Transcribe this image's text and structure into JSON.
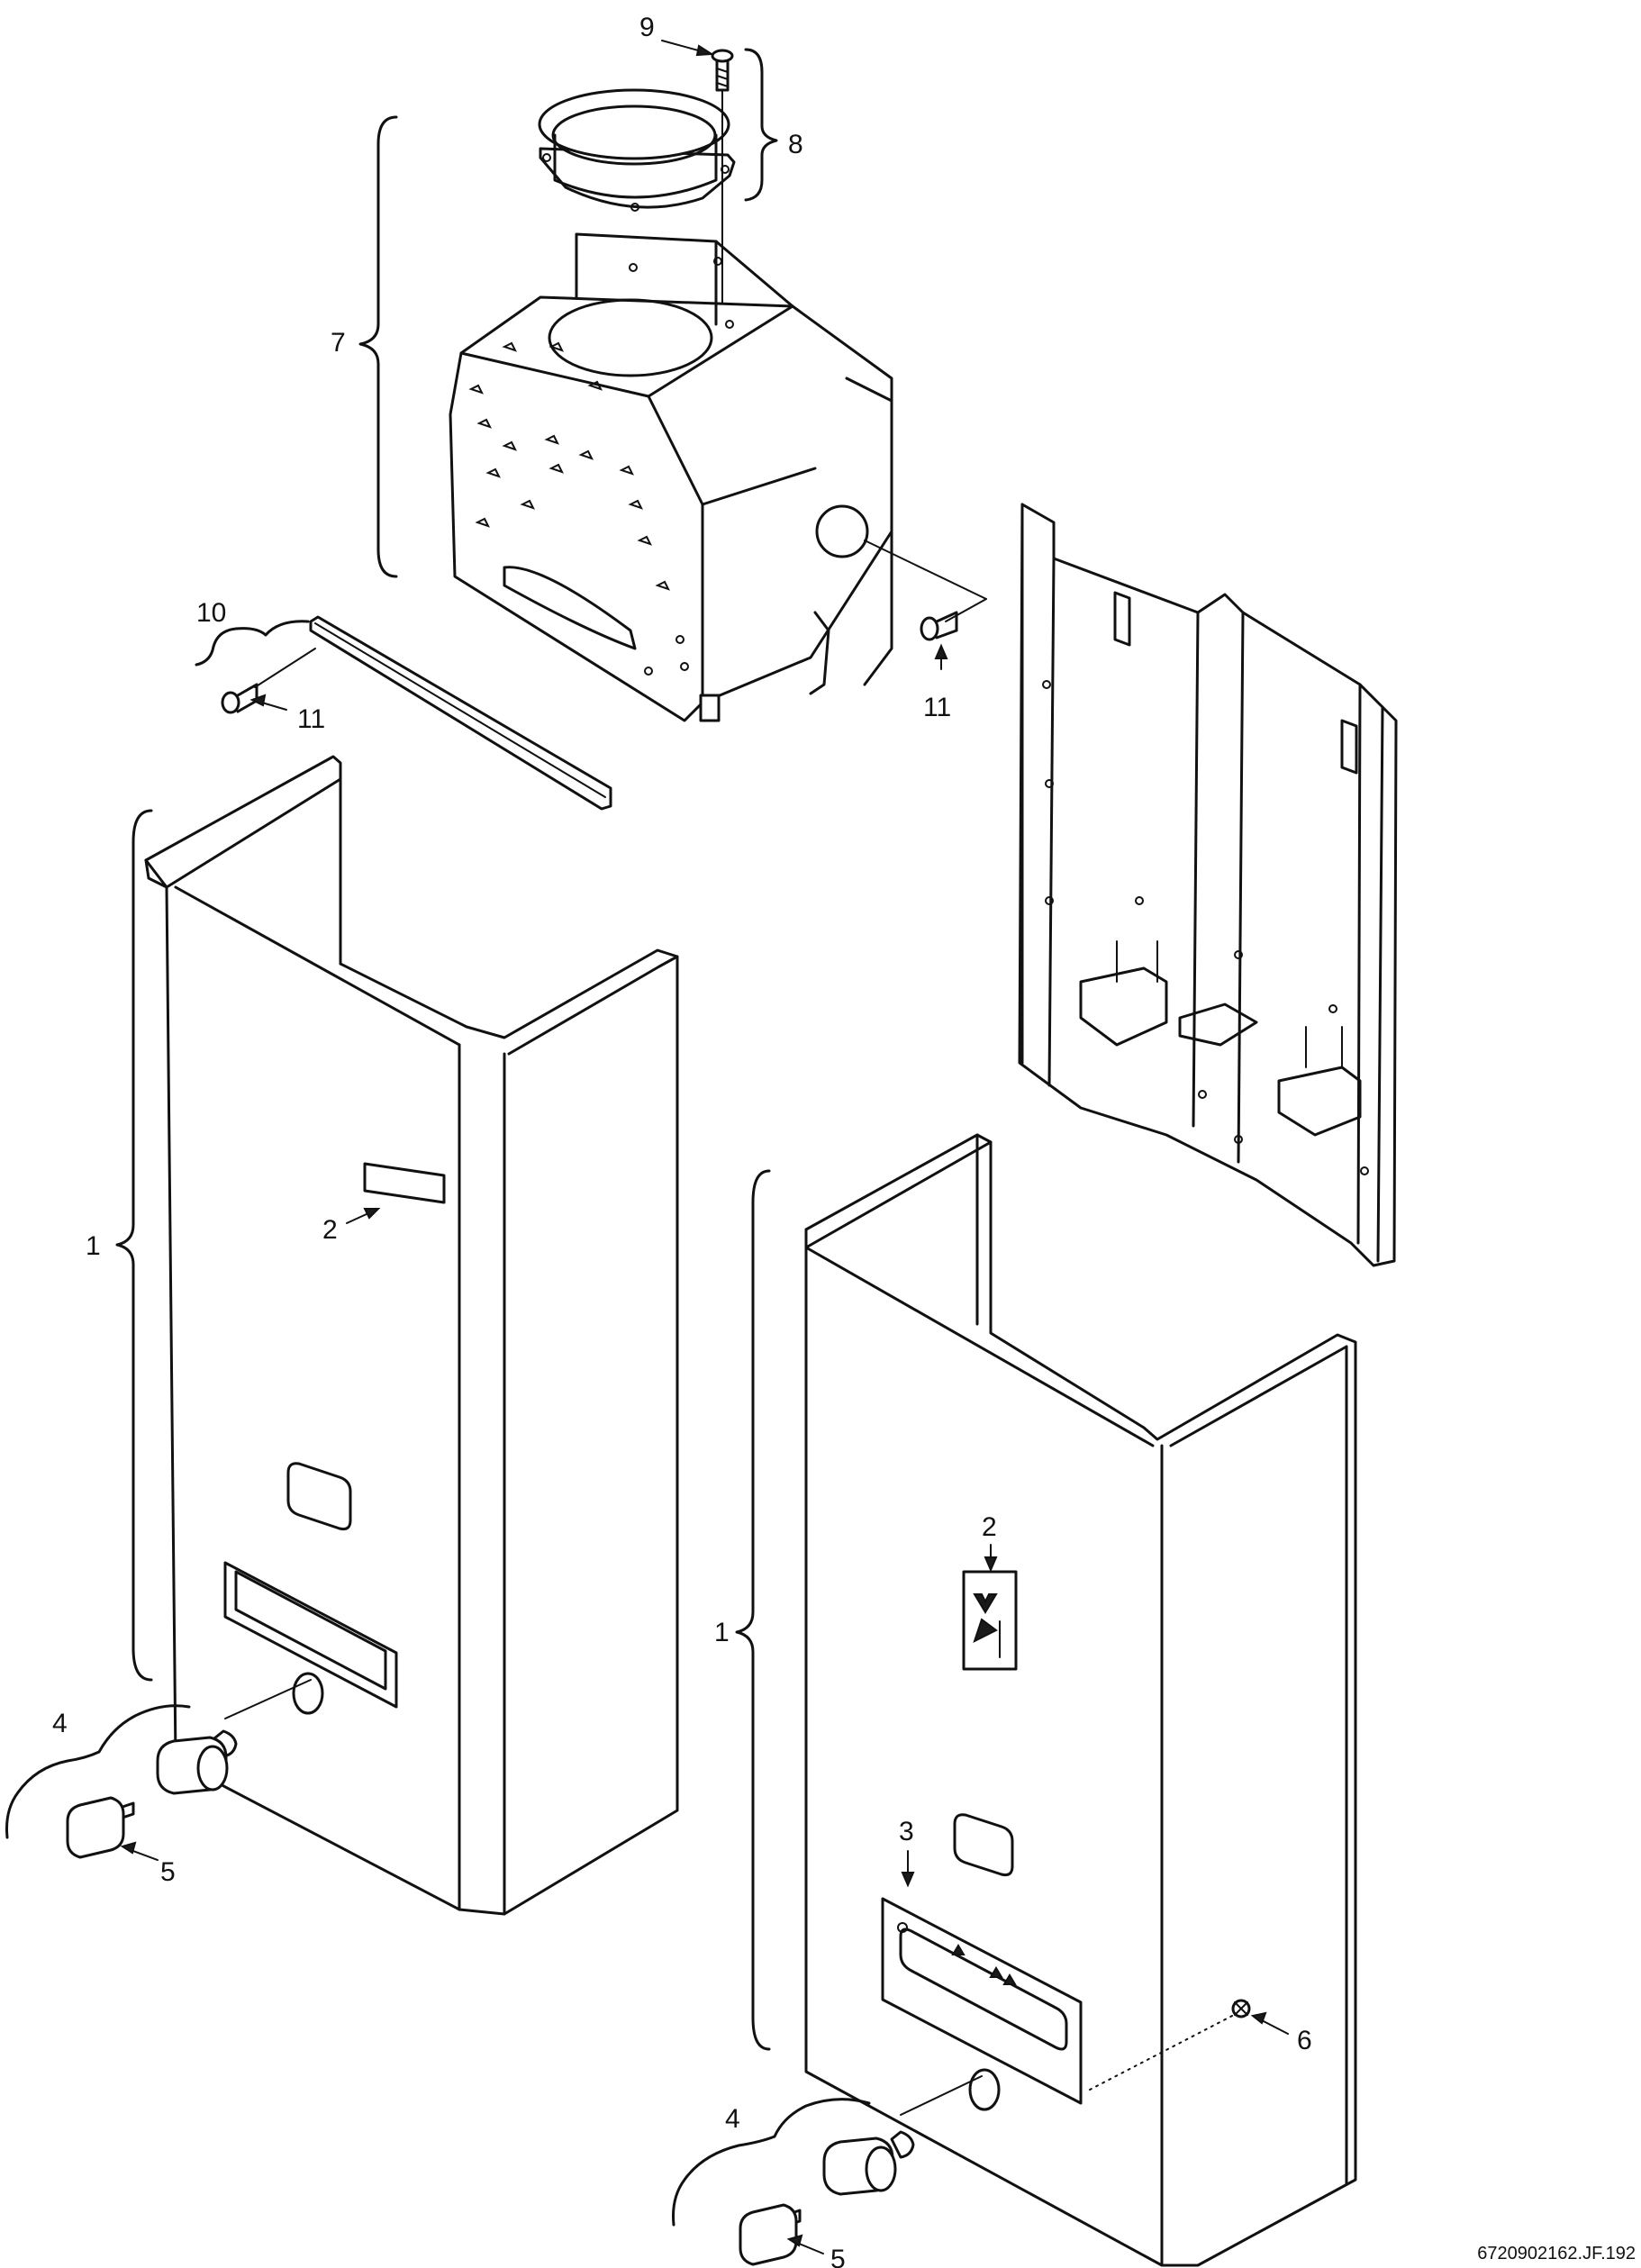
{
  "callouts": {
    "c1_left": "1",
    "c1_right": "1",
    "c2_left": "2",
    "c2_right": "2",
    "c3": "3",
    "c4_left": "4",
    "c4_right": "4",
    "c5_left": "5",
    "c5_right": "5",
    "c6": "6",
    "c7": "7",
    "c8": "8",
    "c9": "9",
    "c10": "10",
    "c11_left": "11",
    "c11_right": "11"
  },
  "drawing_code": "6720902162.JF.192"
}
